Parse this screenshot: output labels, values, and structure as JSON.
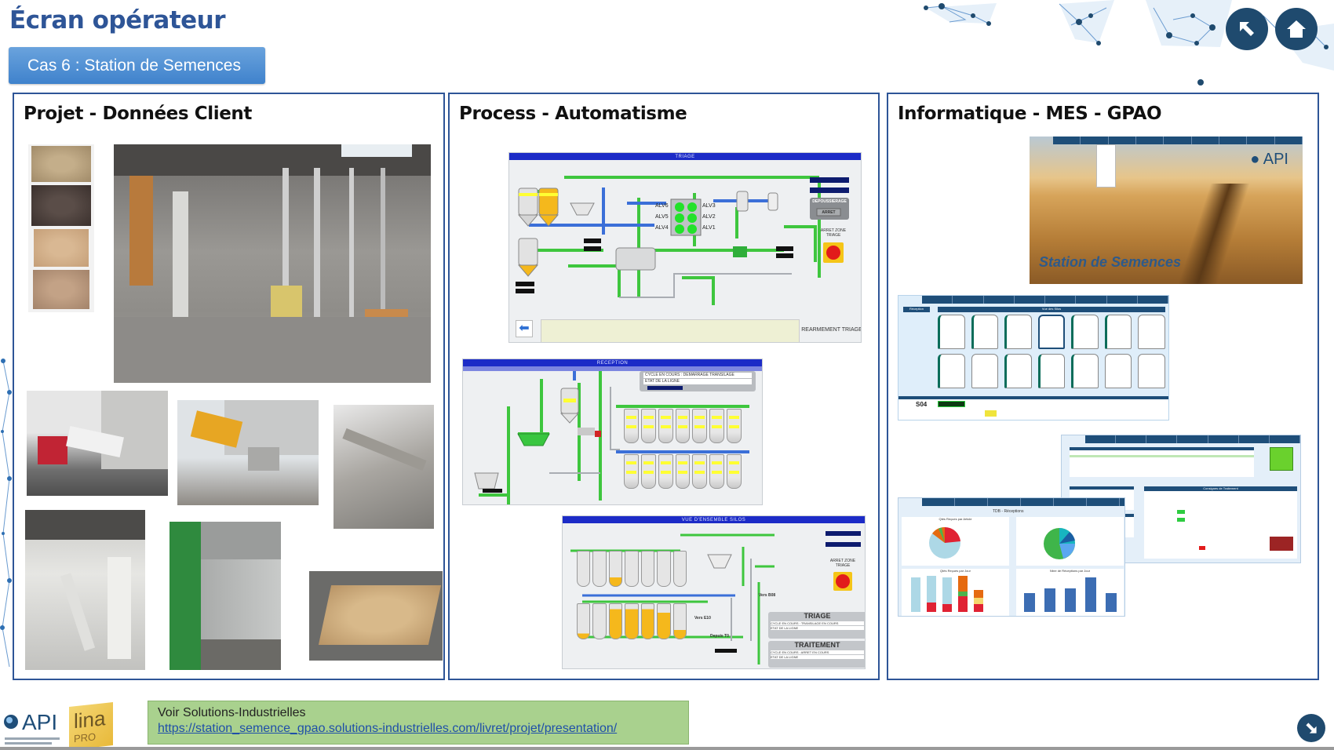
{
  "header": {
    "title": "Écran opérateur",
    "case_label": "Cas 6 : Station de Semences"
  },
  "nav": {
    "back_icon": "arrow-up-left-icon",
    "home_icon": "home-icon",
    "next_icon": "arrow-down-right-icon"
  },
  "panels": [
    {
      "title": "Projet - Données Client"
    },
    {
      "title": "Process - Automatisme"
    },
    {
      "title": "Informatique - MES - GPAO"
    }
  ],
  "photos": [
    "seed-samples",
    "plant-interior",
    "truck-unloading",
    "trailer-unloading",
    "hopper-conveyor",
    "grain-cleaner",
    "green-machine",
    "grain-bed"
  ],
  "hmi": {
    "triage": {
      "title": "TRIAGE",
      "stop_label_1": "ARRET ZONE",
      "stop_label_2": "TRIAGE",
      "dust_label": "DEPOUSSIERAGE",
      "dust_state": "ARRET",
      "reset_label": "REARMEMENT TRIAGE",
      "cells": [
        "ALV6",
        "ALV5",
        "ALV4",
        "ALV3",
        "ALV2",
        "ALV1"
      ]
    },
    "reception": {
      "title": "RECEPTION",
      "cycle_line": "CYCLE EN COURS : DEMARRAGE TRANSILAGE",
      "state_line": "ETAT DE LA LIGNE"
    },
    "silos": {
      "title": "VUE D'ENSEMBLE SILOS",
      "stop_label_1": "ARRET ZONE",
      "stop_label_2": "TRIAGE",
      "triage_title": "TRIAGE",
      "triage_cycle": "CYCLE EN COURS : TRANSILAGE EN COURS",
      "triage_state": "ETAT DE LA LIGNE",
      "traitement_title": "TRAITEMENT",
      "traitement_cycle": "CYCLE EN COURS : ARRET EN COURS",
      "traitement_state": "ETAT DE LA LIGNE",
      "vers_e10": "Vers E10",
      "vers_b08": "Vers B08",
      "depuis_t0": "Depuis T0"
    }
  },
  "mes": {
    "home_banner": "Station de Semences",
    "silo_view_title": "Vue des Silos",
    "reception_label": "Réception",
    "silo_id": "S04",
    "dashboard_title": "TDB - Réceptions",
    "chart_titles": [
      "Qtés Reçues par Article",
      "Qtés Reçues par Jour",
      "Nbre de Réceptions par Jour"
    ],
    "treatment_title": "Consignes de Traitement"
  },
  "footer": {
    "label": "Voir Solutions-Industrielles",
    "link": "https://station_semence_gpao.solutions-industrielles.com/livret/projet/presentation/"
  },
  "logos": {
    "api": "API",
    "lina": "lina",
    "lina_sub": "PRO"
  },
  "colors": {
    "title_blue": "#2e5597",
    "badge_blue": "#4a8bd1",
    "panel_border": "#2e5597",
    "round_button": "#1f4a6e",
    "footer_green": "#a9d18e",
    "hmi_blue_bar": "#1c2bc7",
    "pipe_green": "#3ec63e",
    "pipe_blue": "#3b6fd8",
    "silo_yellow": "#f5b81c",
    "mes_navy": "#1e4e79"
  }
}
